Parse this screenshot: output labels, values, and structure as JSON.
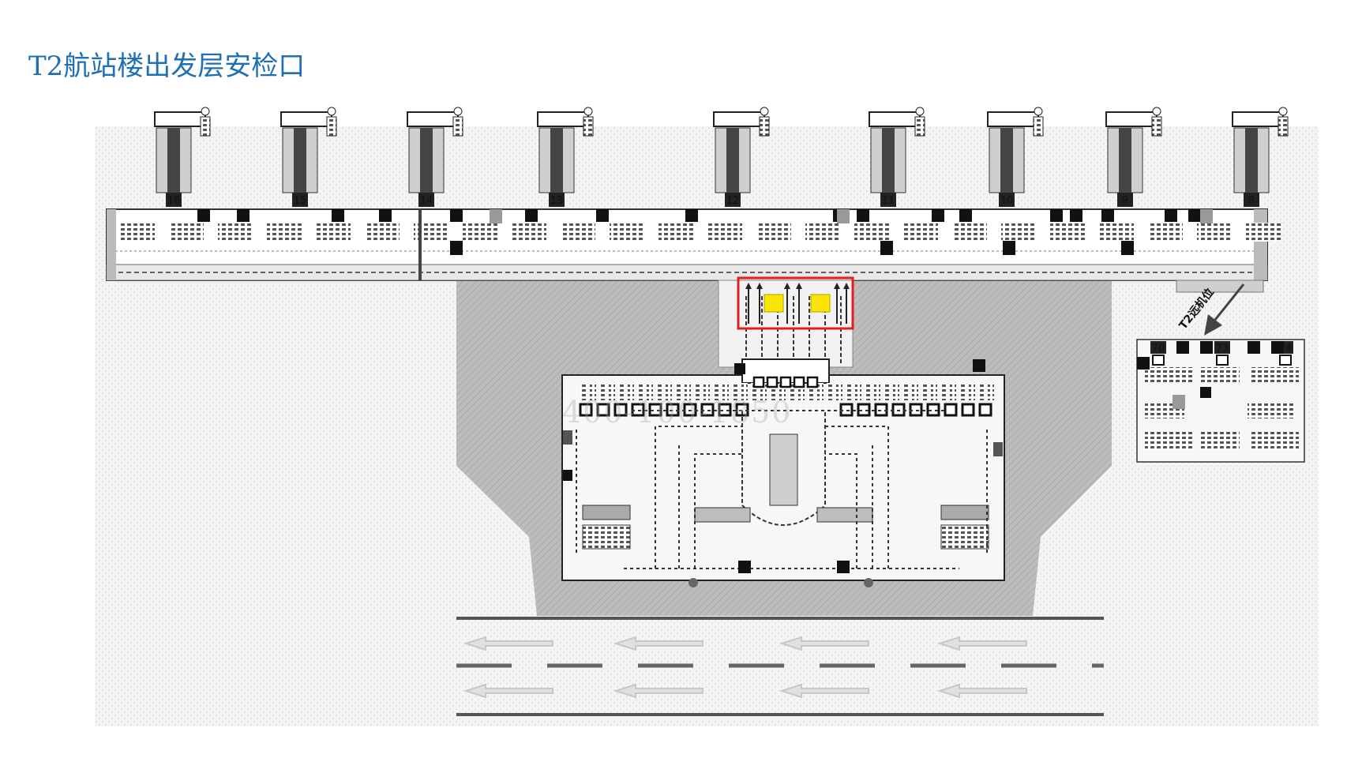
{
  "title": "T2航站楼出发层安检口",
  "watermark": "400-100-1850",
  "remote_stands_label": "T2远机位",
  "gates": [
    "16",
    "15",
    "14",
    "13",
    "12",
    "11",
    "10",
    "9",
    "8"
  ],
  "remote_gates": [
    "70",
    "73",
    "74"
  ],
  "highlight": {
    "color": "#e02020",
    "checkpoint_color": "#f7e600",
    "checkpoints": 2
  }
}
